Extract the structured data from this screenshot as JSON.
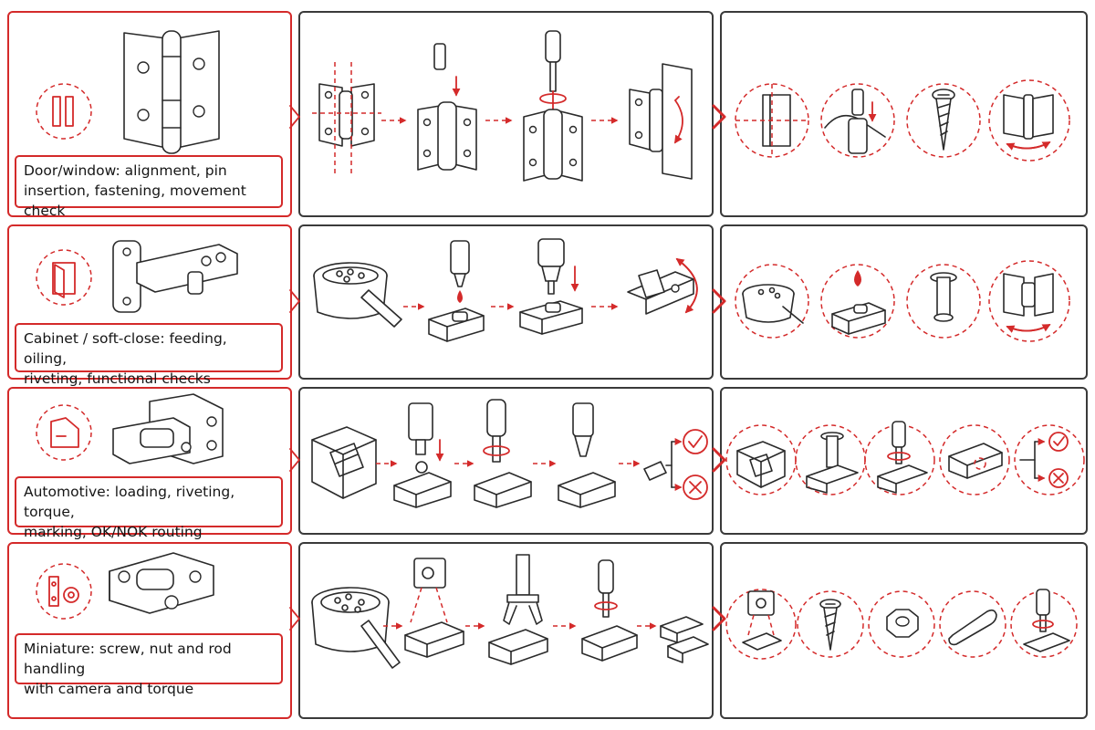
{
  "rows": [
    {
      "id": "door-window",
      "icon": "door-window-icon",
      "caption": "Door/window: alignment, pin insertion, fastening, movement check",
      "caption_lines": [
        "Door/window: alignment, pin",
        "insertion, fastening, movement check"
      ],
      "process_steps": [
        "hinge-alignment",
        "pin-insertion",
        "screw-fastening",
        "movement-check"
      ],
      "detail_icons": [
        "alignment-detail-icon",
        "pin-detail-icon",
        "screw-icon",
        "swing-check-icon"
      ]
    },
    {
      "id": "cabinet-soft-close",
      "icon": "cabinet-door-icon",
      "caption": "Cabinet / soft-close: feeding, oiling, riveting, functional checks",
      "caption_lines": [
        "Cabinet / soft-close: feeding, oiling,",
        "riveting, functional checks"
      ],
      "process_steps": [
        "bowl-feeding",
        "oiling",
        "riveting",
        "functional-check"
      ],
      "detail_icons": [
        "bowl-feeder-icon",
        "oil-drop-icon",
        "rivet-icon",
        "swing-check-icon"
      ]
    },
    {
      "id": "automotive",
      "icon": "car-door-icon",
      "caption": "Automotive: loading, riveting, torque, marking, OK/NOK routing",
      "caption_lines": [
        "Automotive: loading, riveting, torque,",
        "marking, OK/NOK routing"
      ],
      "process_steps": [
        "loading",
        "riveting",
        "torque",
        "marking",
        "ok-nok-routing"
      ],
      "detail_icons": [
        "loading-tray-icon",
        "rivet-icon",
        "torque-icon",
        "marking-icon",
        "ok-nok-icon"
      ]
    },
    {
      "id": "miniature",
      "icon": "miniature-gear-icon",
      "caption": "Miniature: screw, nut and rod handling with camera and torque",
      "caption_lines": [
        "Miniature: screw, nut and rod handling",
        "with camera and torque"
      ],
      "process_steps": [
        "bowl-feeding",
        "camera-inspection",
        "gripper-handling",
        "torque",
        "output"
      ],
      "detail_icons": [
        "camera-icon",
        "screw-icon",
        "nut-icon",
        "rod-icon",
        "torque-icon"
      ]
    }
  ],
  "colors": {
    "accent": "#d42a2a",
    "ink": "#2a2a2a",
    "border": "#3a3a3a"
  }
}
